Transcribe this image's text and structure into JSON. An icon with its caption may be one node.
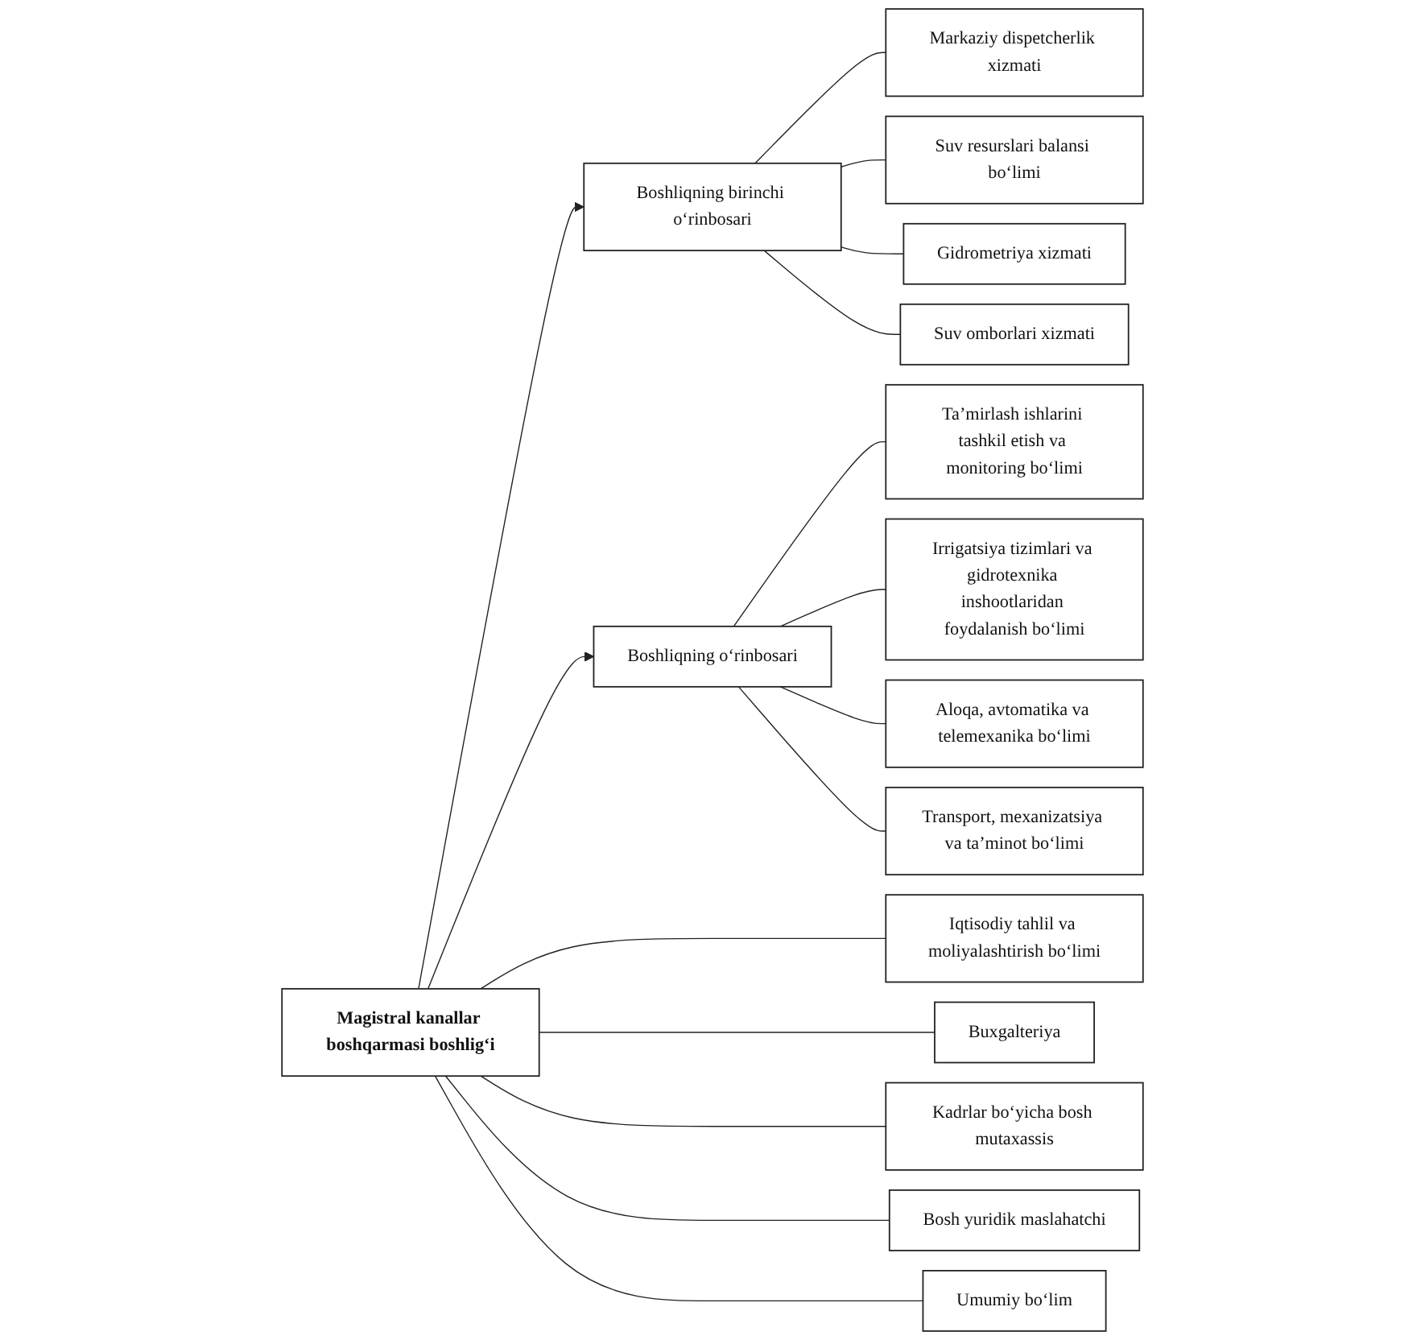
{
  "diagram": {
    "nodes": [
      {
        "text": [
          "Magistral kanallar boshqarmasi boshlig‘i"
        ]
      },
      {
        "text": [
          "Boshliqning birinchi o‘rinbosari"
        ]
      },
      {
        "text": [
          "Boshliqning o‘rinbosari"
        ]
      },
      {
        "text": [
          "Markaziy dispetcherlik xizmati"
        ]
      },
      {
        "text": [
          "Suv resurslari balansi bo‘limi"
        ]
      },
      {
        "text": [
          "Gidrometriya xizmati"
        ]
      },
      {
        "text": [
          "Suv omborlari xizmati"
        ]
      },
      {
        "text": [
          "Ta’mirlash ishlarini tashkil etish va monitoring bo‘limi"
        ]
      },
      {
        "text": [
          "Irrigatsiya tizimlari va gidrotexnika inshootlaridan foydalanish bo‘limi"
        ]
      },
      {
        "text": [
          "Aloqa, avtomatika va telemexanika bo‘limi"
        ]
      },
      {
        "text": [
          "Transport, mexanizatsiya va ta’minot bo‘limi"
        ]
      },
      {
        "text": [
          "Iqtisodiy tahlil va moliyalashtirish bo‘limi"
        ]
      },
      {
        "text": [
          "Buxgalteriya"
        ]
      },
      {
        "text": [
          "Kadrlar bo‘yicha bosh mutaxassis"
        ]
      },
      {
        "text": [
          "Bosh yuridik maslahatchi"
        ]
      },
      {
        "text": [
          "Umumiy bo‘lim"
        ]
      }
    ],
    "edges": [
      {
        "from": 0,
        "to": 1,
        "arrow": "to"
      },
      {
        "from": 0,
        "to": 2,
        "arrow": "to"
      },
      {
        "from": 0,
        "to": 11,
        "arrow": "none"
      },
      {
        "from": 0,
        "to": 12,
        "arrow": "none"
      },
      {
        "from": 0,
        "to": 13,
        "arrow": "none"
      },
      {
        "from": 0,
        "to": 14,
        "arrow": "none"
      },
      {
        "from": 0,
        "to": 15,
        "arrow": "none"
      },
      {
        "from": 1,
        "to": 3,
        "arrow": "none"
      },
      {
        "from": 1,
        "to": 4,
        "arrow": "none"
      },
      {
        "from": 1,
        "to": 5,
        "arrow": "none"
      },
      {
        "from": 1,
        "to": 6,
        "arrow": "none"
      },
      {
        "from": 2,
        "to": 7,
        "arrow": "none"
      },
      {
        "from": 2,
        "to": 8,
        "arrow": "none"
      },
      {
        "from": 2,
        "to": 9,
        "arrow": "none"
      },
      {
        "from": 2,
        "to": 10,
        "arrow": "none"
      }
    ]
  }
}
